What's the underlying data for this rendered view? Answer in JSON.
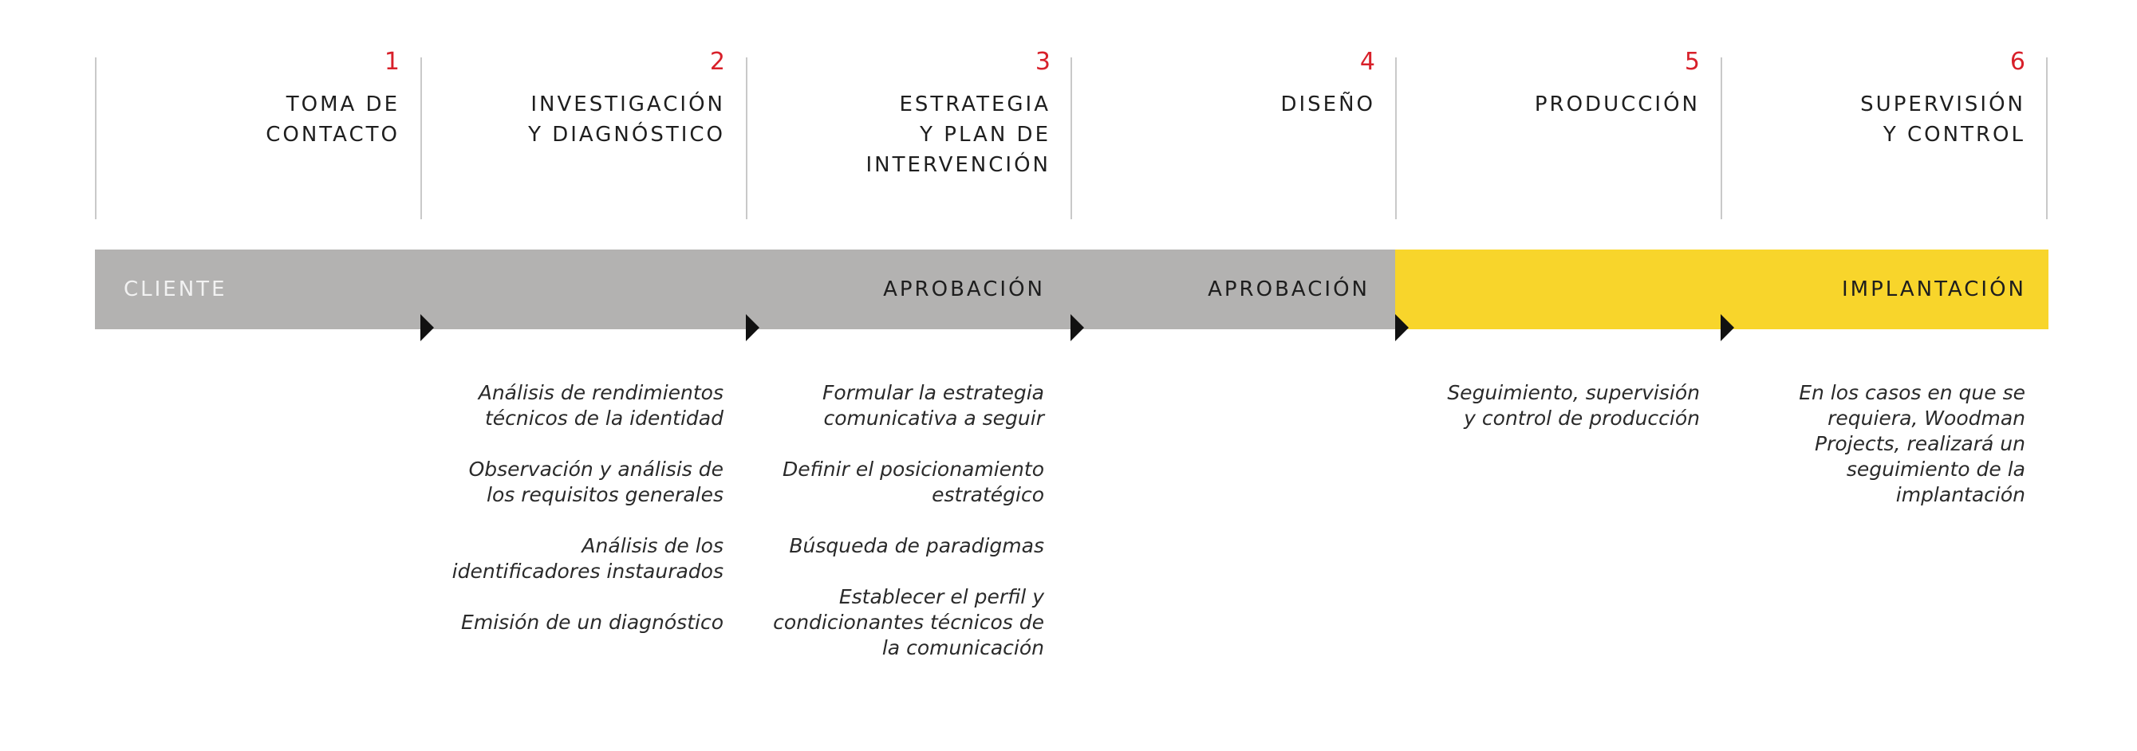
{
  "steps": [
    {
      "number": "1",
      "title": "TOMA DE\nCONTACTO"
    },
    {
      "number": "2",
      "title": "INVESTIGACIÓN\nY DIAGNÓSTICO"
    },
    {
      "number": "3",
      "title": "ESTRATEGIA\nY PLAN DE\nINTERVENCIÓN"
    },
    {
      "number": "4",
      "title": "DISEÑO"
    },
    {
      "number": "5",
      "title": "PRODUCCIÓN"
    },
    {
      "number": "6",
      "title": "SUPERVISIÓN\nY CONTROL"
    }
  ],
  "band": {
    "client_label": "CLIENTE",
    "approval_1": "APROBACIÓN",
    "approval_2": "APROBACIÓN",
    "implementation": "IMPLANTACIÓN",
    "colors": {
      "gray": "#b3b2b1",
      "yellow": "#f8d52b",
      "number_red": "#d8202a"
    }
  },
  "tasks": {
    "step2": [
      "Análisis de rendimientos\ntécnicos de la identidad",
      "Observación y análisis de\nlos requisitos generales",
      "Análisis de los\nidentificadores  instaurados",
      "Emisión de un diagnóstico"
    ],
    "step3": [
      "Formular la estrategia\ncomunicativa a seguir",
      "Definir el posicionamiento\nestratégico",
      "Búsqueda de paradigmas",
      "Establecer el perfil y\ncondicionantes técnicos de\nla comunicación"
    ],
    "step5": [
      "Seguimiento, supervisión\ny control de producción"
    ],
    "step6": [
      "En los casos en que se\nrequiera, Woodman\nProjects, realizará un\nseguimiento de la\nimplantación"
    ]
  }
}
